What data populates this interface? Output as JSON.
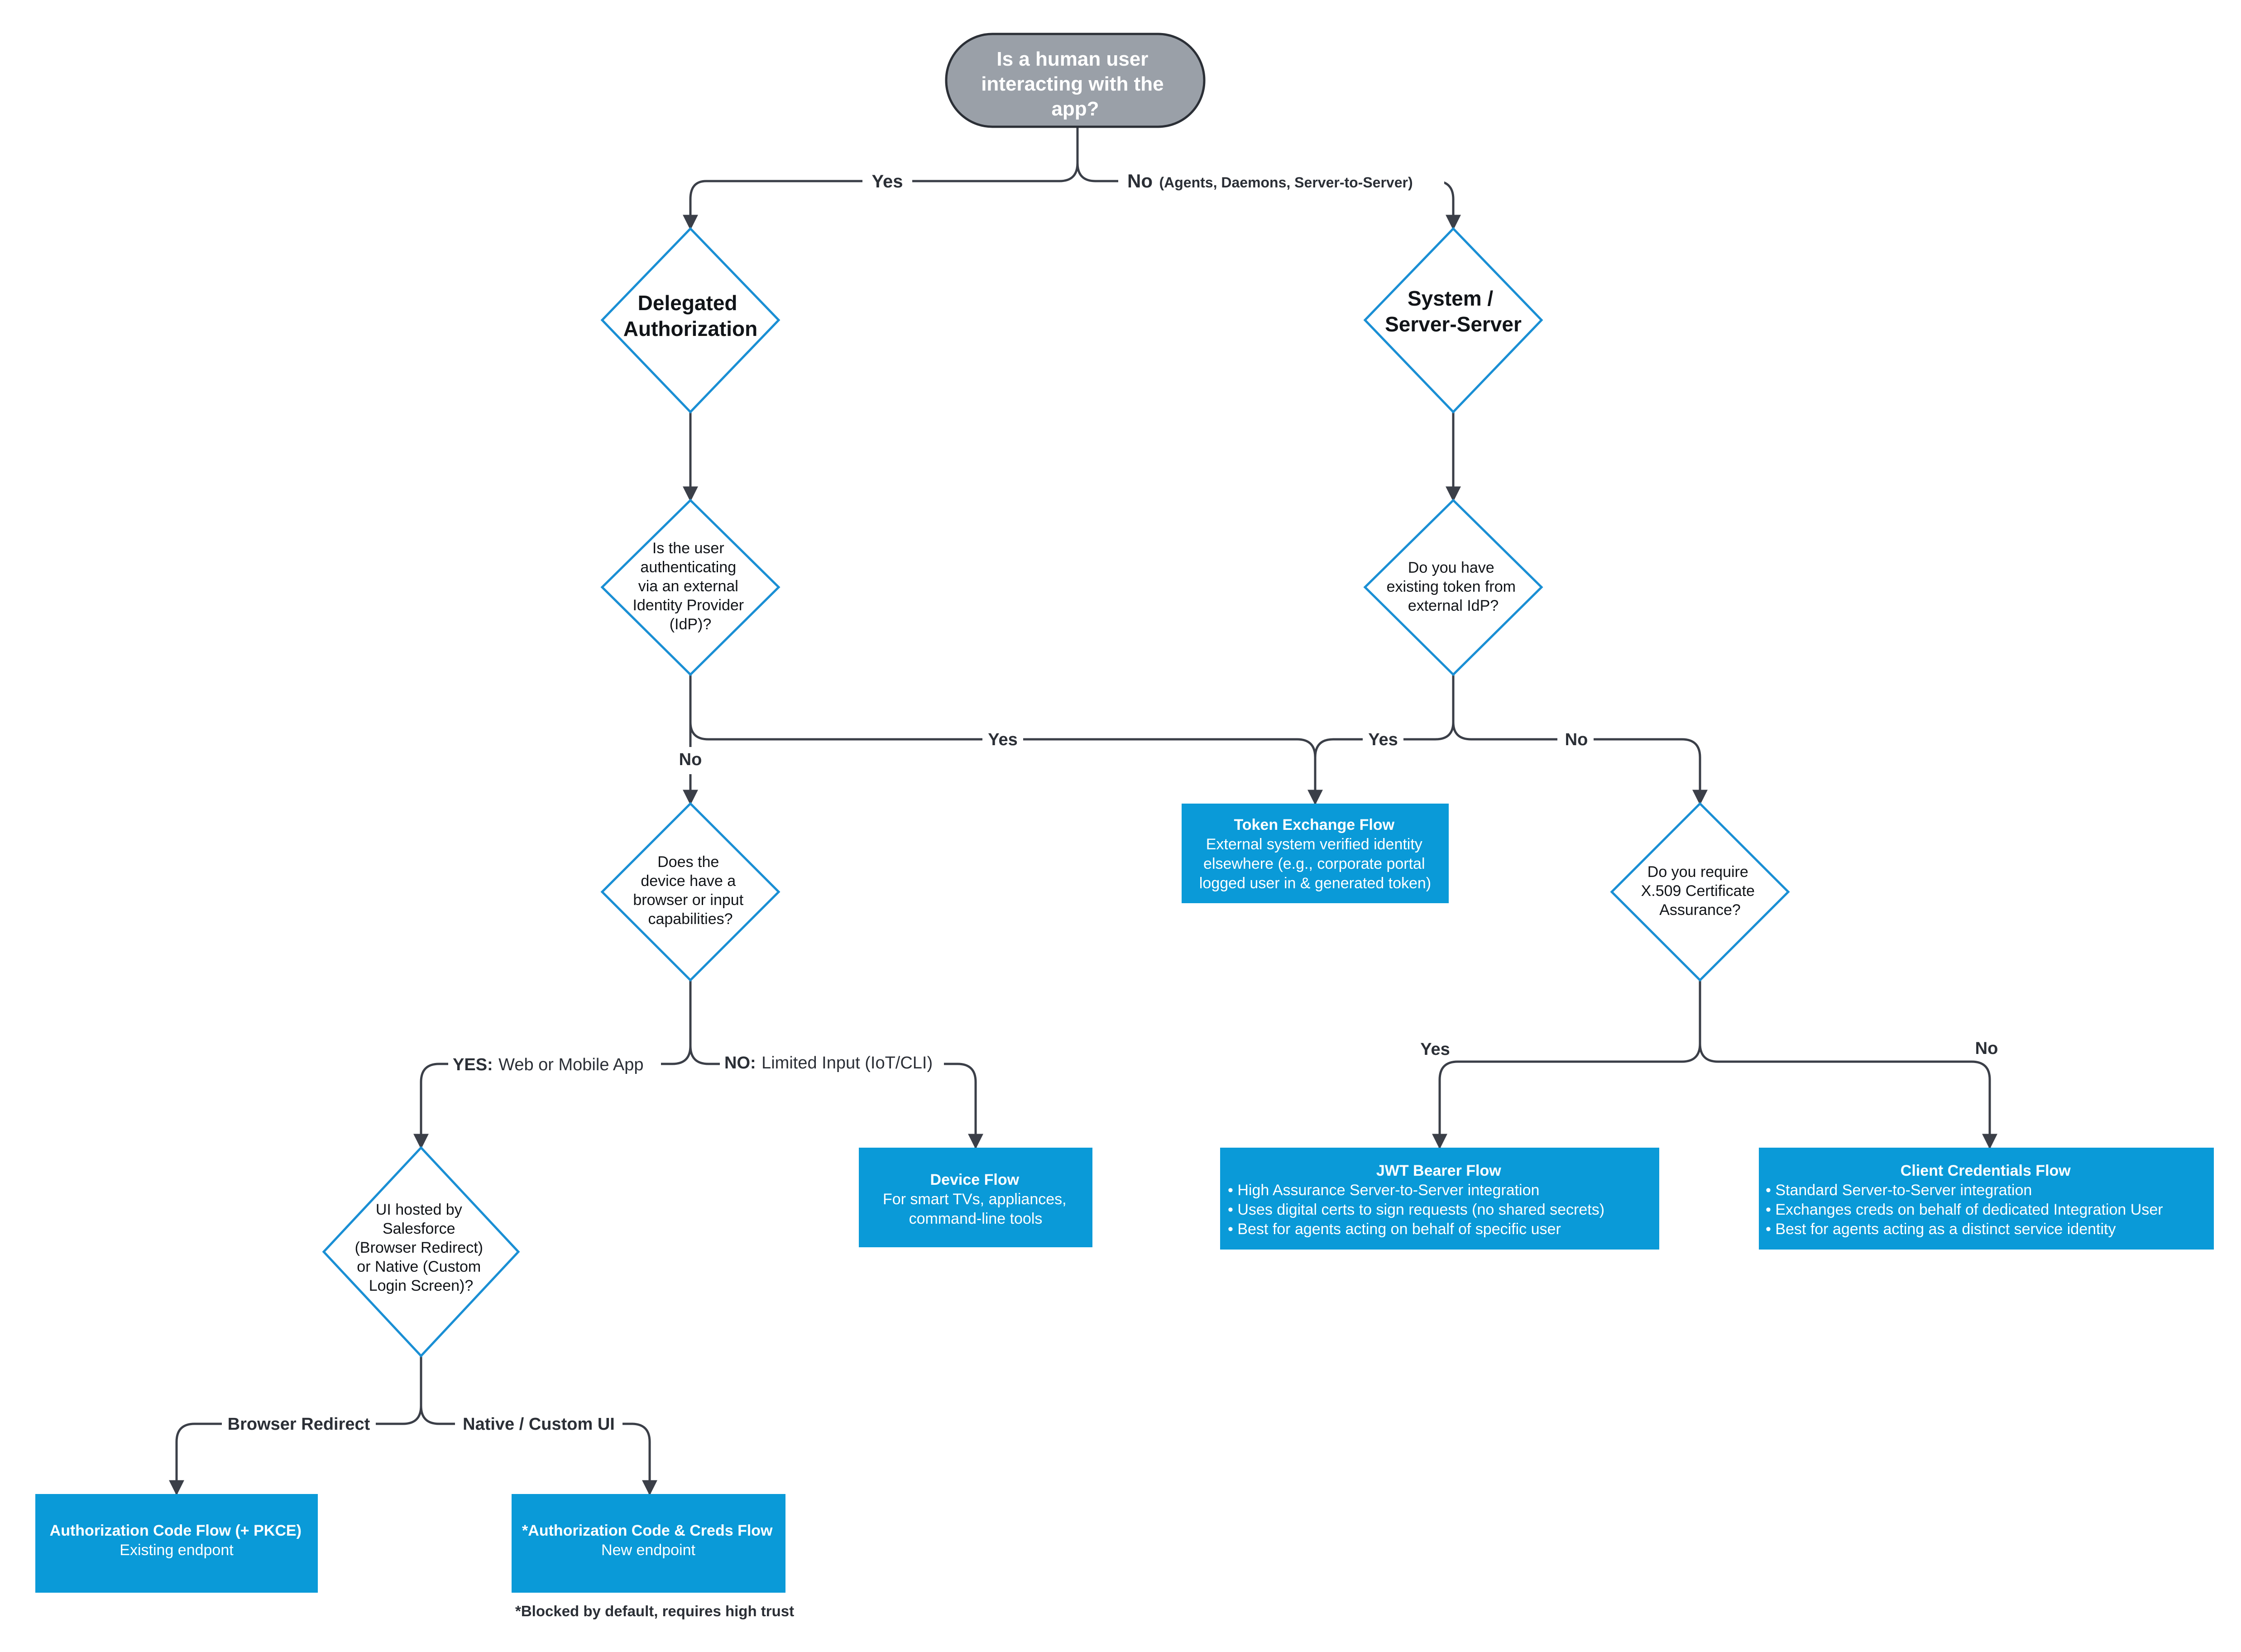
{
  "start": {
    "lines": [
      "Is a human user",
      "interacting with the",
      "app?"
    ]
  },
  "edges": {
    "yes_top": "Yes",
    "no_top_bold": "No",
    "no_top_rest": "(Agents, Daemons, Server-to-Server)",
    "yes_idp": "Yes",
    "no_idp": "No",
    "yes_token": "Yes",
    "no_token": "No",
    "yes_browser_bold": "YES:",
    "yes_browser_rest": "Web or Mobile App",
    "no_browser_bold": "NO:",
    "no_browser_rest": "Limited Input (IoT/CLI)",
    "yes_x509": "Yes",
    "no_x509": "No",
    "browser_redirect": "Browser Redirect",
    "native_custom": "Native / Custom UI"
  },
  "decisions": {
    "delegated": [
      "Delegated",
      "Authorization"
    ],
    "system": [
      "System /",
      "Server-Server"
    ],
    "idp": [
      "Is the user",
      "authenticating",
      "via an external",
      "Identity Provider",
      "(IdP)?"
    ],
    "token": [
      "Do you have",
      "existing token from",
      "external IdP?"
    ],
    "browser": [
      "Does the",
      "device have a",
      "browser or input",
      "capabilities?"
    ],
    "x509": [
      "Do you require",
      "X.509 Certificate",
      "Assurance?"
    ],
    "ui_hosted": [
      "UI hosted by",
      "Salesforce",
      "(Browser Redirect)",
      "or Native (Custom",
      "Login Screen)?"
    ]
  },
  "boxes": {
    "token_exchange": {
      "title": "Token Exchange Flow",
      "lines": [
        "External system verified identity",
        "elsewhere (e.g., corporate portal",
        "logged user in & generated token)"
      ]
    },
    "device": {
      "title": "Device Flow",
      "lines": [
        "For smart TVs, appliances,",
        "command-line tools"
      ]
    },
    "jwt": {
      "title": "JWT Bearer Flow",
      "bullets": [
        "• High Assurance Server-to-Server integration",
        "• Uses digital certs to sign requests (no shared secrets)",
        "• Best for agents acting on behalf of specific user"
      ]
    },
    "client_creds": {
      "title": "Client Credentials Flow",
      "bullets": [
        "• Standard Server-to-Server integration",
        "• Exchanges creds on behalf of dedicated Integration User",
        "• Best for agents acting as a distinct service identity"
      ]
    },
    "auth_code": {
      "title": "Authorization Code Flow (+ PKCE)",
      "lines": [
        "Existing endpont"
      ]
    },
    "auth_code_creds": {
      "title": "*Authorization Code & Creds Flow",
      "lines": [
        "New endpoint"
      ]
    }
  },
  "footnote": "*Blocked by default, requires high trust",
  "colors": {
    "start_fill": "#9aa0a8",
    "diamond_stroke": "#1a8fd4",
    "box_fill": "#0a9ad8",
    "edge": "#3b3f48"
  }
}
